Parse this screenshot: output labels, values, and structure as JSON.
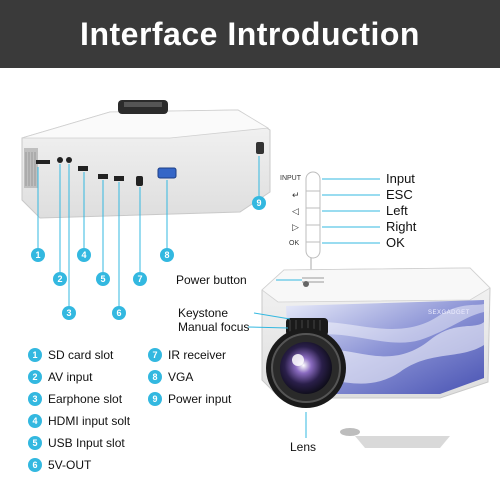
{
  "title": "Interface Introduction",
  "brand": "SEXGADGET",
  "button_panel": {
    "tiny_labels": [
      "INPUT",
      "↵",
      "◁",
      "▷",
      "OK"
    ],
    "callouts": [
      "Input",
      "ESC",
      "Left",
      "Right",
      "OK"
    ]
  },
  "front_labels": {
    "power": "Power button",
    "keystone": "Keystone",
    "focus": "Manual focus",
    "lens": "Lens"
  },
  "port_markers": [
    "1",
    "2",
    "3",
    "4",
    "5",
    "6",
    "7",
    "8",
    "9"
  ],
  "legend": {
    "left": [
      {
        "num": "1",
        "text": "SD card slot"
      },
      {
        "num": "2",
        "text": "AV input"
      },
      {
        "num": "3",
        "text": "Earphone slot"
      },
      {
        "num": "4",
        "text": "HDMI input solt"
      },
      {
        "num": "5",
        "text": "USB Input slot"
      },
      {
        "num": "6",
        "text": "5V-OUT"
      }
    ],
    "right": [
      {
        "num": "7",
        "text": "IR receiver"
      },
      {
        "num": "8",
        "text": "VGA"
      },
      {
        "num": "9",
        "text": "Power input"
      }
    ]
  },
  "colors": {
    "banner": "#3a3a3a",
    "accent": "#33b8e0"
  }
}
